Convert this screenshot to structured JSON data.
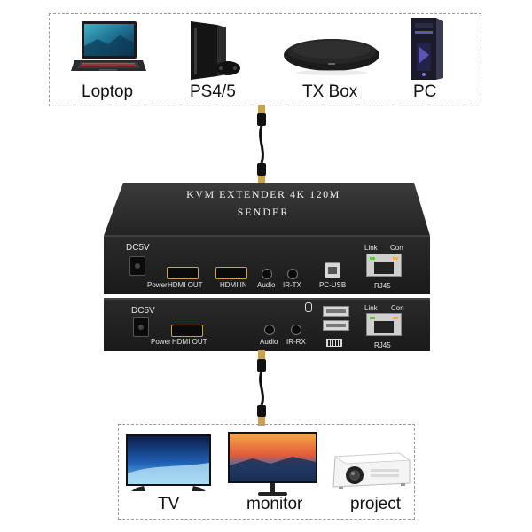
{
  "sources": {
    "items": [
      {
        "label": "Loptop",
        "icon": "laptop-icon"
      },
      {
        "label": "PS4/5",
        "icon": "game-console-icon"
      },
      {
        "label": "TX Box",
        "icon": "tv-box-icon"
      },
      {
        "label": "PC",
        "icon": "desktop-tower-icon"
      }
    ]
  },
  "sender": {
    "title": "KVM EXTENDER 4K 120M",
    "subtitle": "SENDER",
    "ports": {
      "dc": "DC5V",
      "power": "Power",
      "hdmi_out": "HDMI OUT",
      "hdmi_in": "HDMI IN",
      "audio": "Audio",
      "ir": "IR-TX",
      "usb": "PC-USB",
      "link": "Link",
      "con": "Con",
      "rj45": "RJ45"
    }
  },
  "receiver": {
    "ports": {
      "dc": "DC5V",
      "power": "Power",
      "hdmi_out": "HDMI OUT",
      "audio": "Audio",
      "ir": "IR-RX",
      "link": "Link",
      "con": "Con",
      "rj45": "RJ45"
    }
  },
  "displays": {
    "items": [
      {
        "label": "TV",
        "icon": "tv-icon"
      },
      {
        "label": "monitor",
        "icon": "monitor-icon"
      },
      {
        "label": "project",
        "icon": "projector-icon"
      }
    ]
  }
}
